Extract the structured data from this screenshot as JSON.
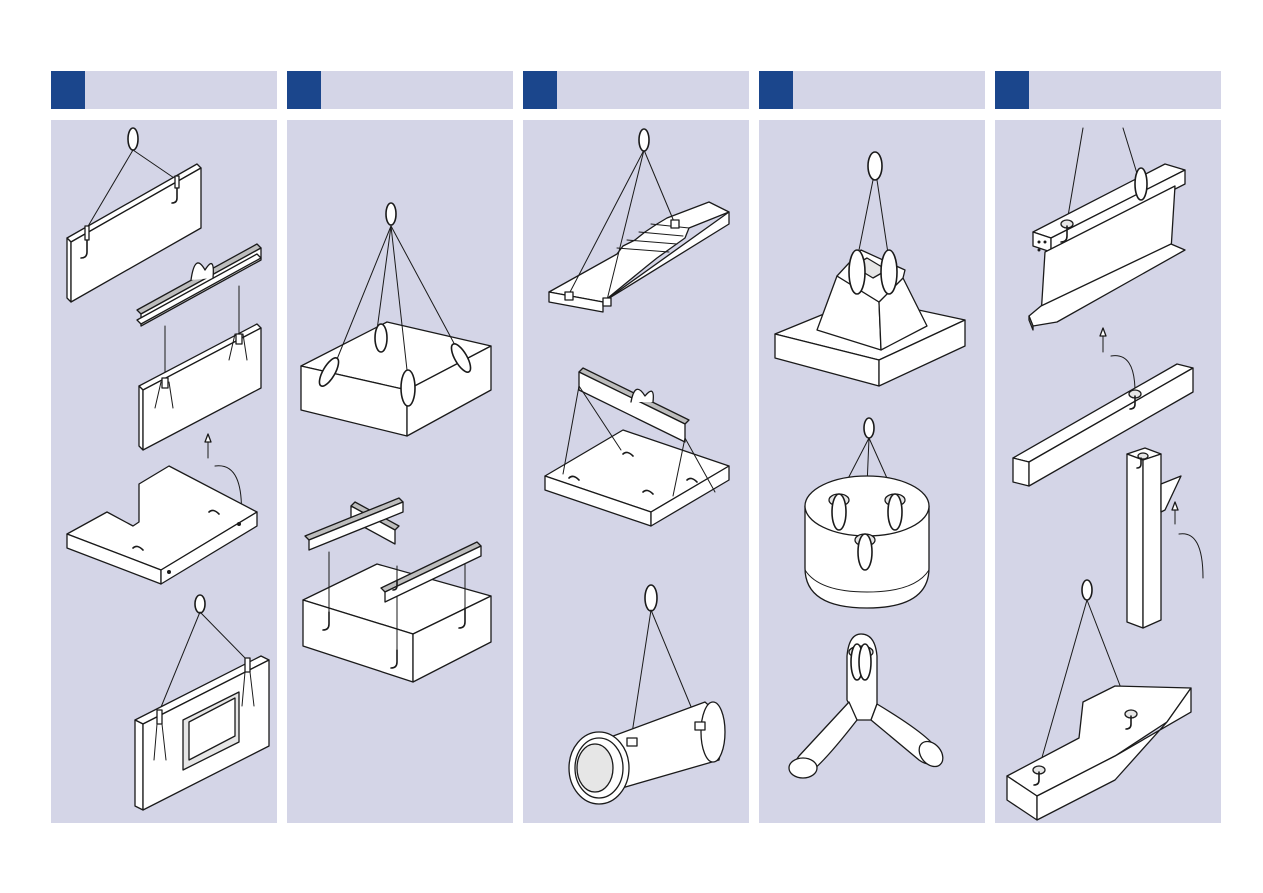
{
  "colors": {
    "badge": "#1b468c",
    "panel_background": "#d4d5e7",
    "page_background": "#ffffff",
    "line_art": "#1a1a1a"
  },
  "columns": [
    {
      "number": "",
      "title": "",
      "illustrations": [
        "wall-panel-chain-sling",
        "wall-panel-spreader-beam",
        "l-shaped-slab-lifting-point",
        "window-wall-panel-chain-sling"
      ]
    },
    {
      "number": "",
      "title": "",
      "illustrations": [
        "slab-four-leg-sling",
        "slab-frame-spreader"
      ]
    },
    {
      "number": "",
      "title": "",
      "illustrations": [
        "stair-element-sling",
        "slab-spreader-beam",
        "pipe-section-sling"
      ]
    },
    {
      "number": "",
      "title": "",
      "illustrations": [
        "pedestal-foundation-sling",
        "cylindrical-block-three-leg-sling",
        "tetrapod-single-anchor"
      ]
    },
    {
      "number": "",
      "title": "",
      "illustrations": [
        "t-beam-sling",
        "beam-turning-lifting-point",
        "column-turning-lifting-point",
        "cross-element-sling"
      ]
    }
  ]
}
